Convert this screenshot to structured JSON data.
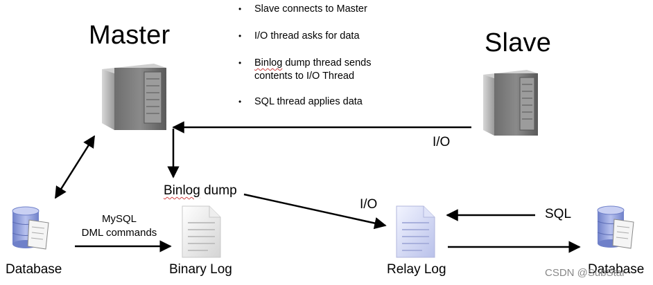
{
  "titles": {
    "master": "Master",
    "slave": "Slave"
  },
  "bullets": [
    "Slave connects to Master",
    "I/O thread asks for data",
    "Binlog dump thread sends contents to I/O Thread",
    "SQL thread applies data"
  ],
  "bullet_parts": {
    "b3_word": "Binlog",
    "b3_rest_line1": " dump thread sends",
    "b3_line2": "contents to I/O Thread"
  },
  "labels": {
    "io_top": "I/O",
    "binlog_dump_word": "Binlog",
    "binlog_dump_rest": " dump",
    "io_mid": "I/O",
    "sql": "SQL",
    "mysql_line1": "MySQL",
    "mysql_line2": "DML commands",
    "database_left": "Database",
    "binary_log": "Binary Log",
    "relay_log": "Relay Log",
    "database_right": "Database"
  },
  "watermark": "CSDN @SubStar",
  "icons": {
    "master_server": "server-tower-icon",
    "slave_server": "server-tower-icon",
    "database_left": "database-icon",
    "database_right": "database-icon",
    "binary_log": "document-icon",
    "relay_log": "document-icon"
  },
  "colors": {
    "server_dark": "#5a5a5a",
    "server_light": "#b8b8b8",
    "db_blue": "#8f9ed8",
    "doc_gray": "#dcdcdc",
    "doc_blue": "#c7cdf0",
    "watermark": "#888888"
  }
}
